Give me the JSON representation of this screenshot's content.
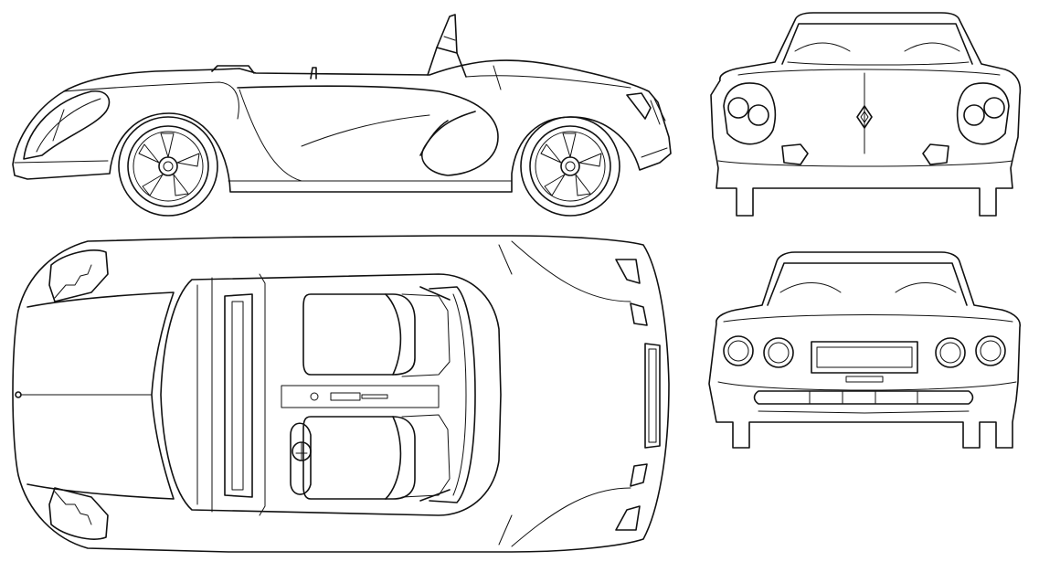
{
  "drawing": {
    "line_color": "#111111",
    "background_color": "#ffffff",
    "views": [
      {
        "id": "side",
        "icon": "car-side-view-icon"
      },
      {
        "id": "front",
        "icon": "car-front-view-icon"
      },
      {
        "id": "top",
        "icon": "car-top-view-icon"
      },
      {
        "id": "rear",
        "icon": "car-rear-view-icon"
      }
    ]
  }
}
